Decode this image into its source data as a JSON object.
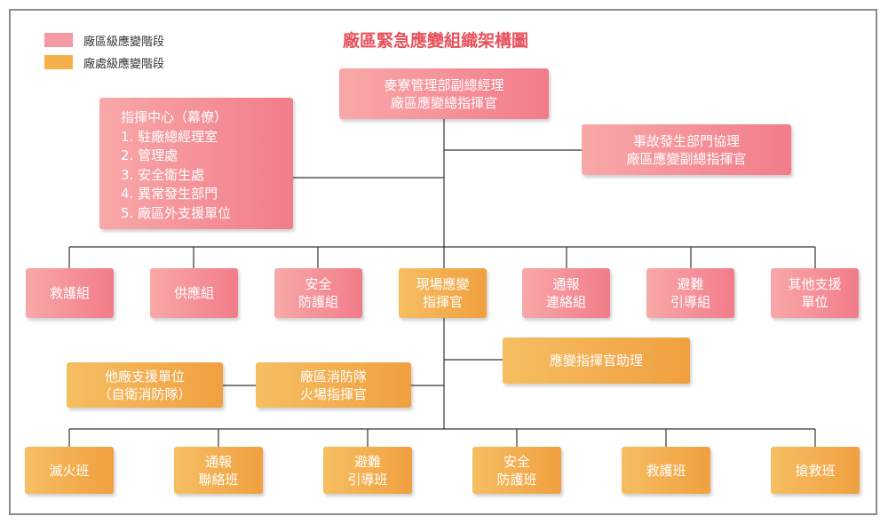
{
  "title": "廠區緊急應變組織架構圖",
  "legend": [
    {
      "label": "廠區級應變階段",
      "color": "#f59aa4"
    },
    {
      "label": "廠處級應變階段",
      "color": "#f4b04a"
    }
  ],
  "colors": {
    "line": "#333333",
    "pink": "#f27c8a",
    "orange": "#f0a040",
    "title": "#e8505a"
  },
  "nodes": {
    "top": [
      "麥寮管理部副總經理",
      "廠區應變總指揮官"
    ],
    "deputy": [
      "事故發生部門協理",
      "廠區應變副總指揮官"
    ],
    "command_center": [
      "指揮中心（幕僚）",
      "1. 駐廠總經理室",
      "2. 管理處",
      "3. 安全衛生處",
      "4. 異常發生部門",
      "5. 廠區外支援單位"
    ],
    "rescue_group": [
      "救護組"
    ],
    "supply_group": [
      "供應組"
    ],
    "safety_group": [
      "安全",
      "防護組"
    ],
    "field_commander": [
      "現場應變",
      "指揮官"
    ],
    "liaison_group": [
      "通報",
      "連絡組"
    ],
    "evacuation_group": [
      "避難",
      "引導組"
    ],
    "other_support": [
      "其他支援",
      "單位"
    ],
    "assistant": [
      "應變指揮官助理"
    ],
    "other_plant_support": [
      "他廠支援單位",
      "（自衛消防隊）"
    ],
    "fire_commander": [
      "廠區消防隊",
      "火場指揮官"
    ],
    "firefighting_team": [
      "滅火班"
    ],
    "liaison_team": [
      "通報",
      "聯絡班"
    ],
    "evacuation_team": [
      "避難",
      "引導班"
    ],
    "safety_team": [
      "安全",
      "防護班"
    ],
    "rescue_team": [
      "救護班"
    ],
    "emergency_team": [
      "搶救班"
    ]
  }
}
